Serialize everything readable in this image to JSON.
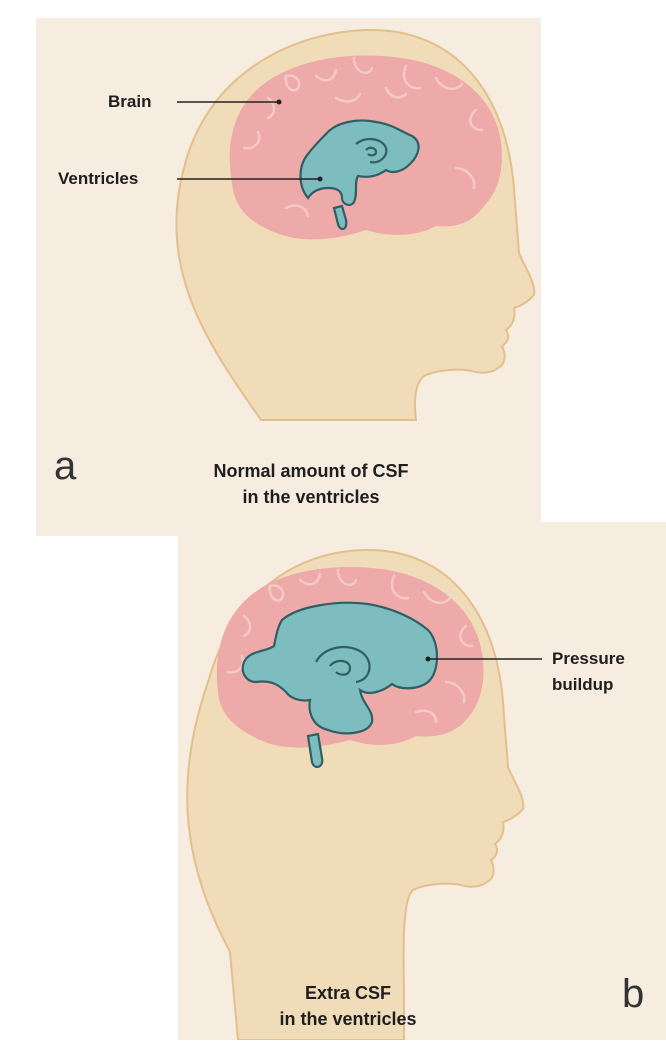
{
  "panel_a": {
    "letter": "a",
    "labels": {
      "brain": "Brain",
      "ventricles": "Ventricles"
    },
    "caption": {
      "line1": "Normal amount of CSF",
      "line2": "in the ventricles"
    }
  },
  "panel_b": {
    "letter": "b",
    "labels": {
      "pressure_line1": "Pressure",
      "pressure_line2": "buildup"
    },
    "caption": {
      "line1": "Extra CSF",
      "line2": "in the ventricles"
    }
  },
  "colors": {
    "background": "#f6ece0",
    "head_fill": "#f0dcb8",
    "head_outline": "#e3bf8c",
    "brain_fill": "#eeaaa8",
    "brain_line": "#f5c9c6",
    "ventricle_fill": "#7dbdc0",
    "ventricle_outline": "#2f5f63",
    "leader_line": "#222222"
  }
}
